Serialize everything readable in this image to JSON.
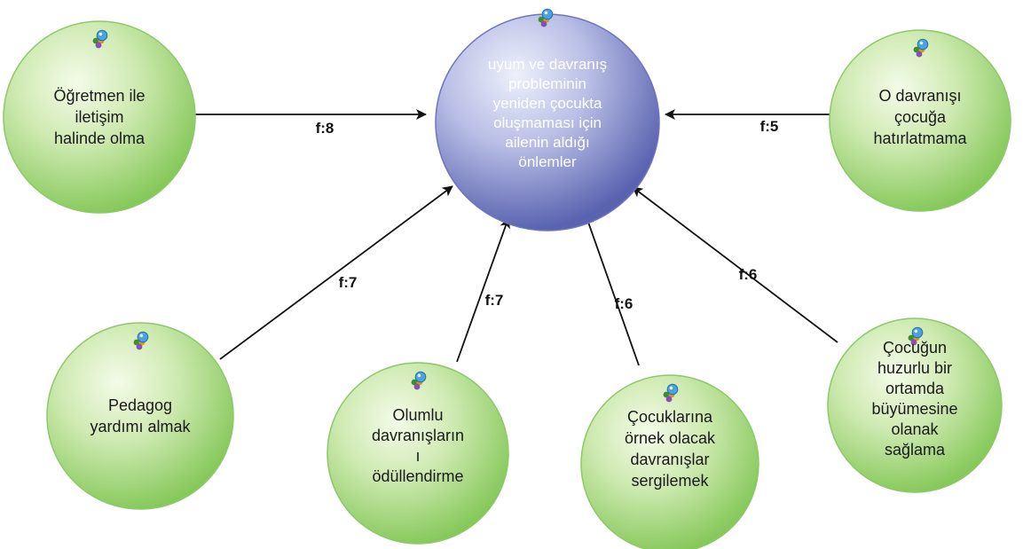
{
  "center": {
    "lines": [
      "uyum ve davranış",
      "probleminin",
      "yeniden  çocukta",
      "oluşmaması için",
      "ailenin aldığı",
      "önlemler"
    ]
  },
  "nodes": [
    {
      "id": "ogretmen",
      "lines": [
        "Öğretmen ile",
        "iletişim",
        "halinde olma"
      ]
    },
    {
      "id": "hatirlatmama",
      "lines": [
        "O davranışı",
        "çocuğa",
        "hatırlatmama"
      ]
    },
    {
      "id": "pedagog",
      "lines": [
        "Pedagog",
        "yardımı almak"
      ]
    },
    {
      "id": "odullendirme",
      "lines": [
        "Olumlu",
        "davranışların",
        "ı",
        "ödüllendirme"
      ]
    },
    {
      "id": "ornek",
      "lines": [
        "Çocuklarına",
        "örnek olacak",
        "davranışlar",
        "sergilemek"
      ]
    },
    {
      "id": "huzurlu",
      "lines": [
        "Çocuğun",
        "huzurlu bir",
        "ortamda",
        "büyümesine",
        "olanak",
        "sağlama"
      ]
    }
  ],
  "edges": [
    {
      "from": "ogretmen",
      "label": "f:8"
    },
    {
      "from": "hatirlatmama",
      "label": "f:5"
    },
    {
      "from": "pedagog",
      "label": "f:7"
    },
    {
      "from": "odullendirme",
      "label": "f:7"
    },
    {
      "from": "ornek",
      "label": "f:6"
    },
    {
      "from": "huzurlu",
      "label": "f:6"
    }
  ],
  "colors": {
    "node_fill": "#b7e29a",
    "node_stroke": "#8cc96a",
    "center_fill": "#8f97d0",
    "arrow": "#111111"
  },
  "icon": "concept-node-icon"
}
